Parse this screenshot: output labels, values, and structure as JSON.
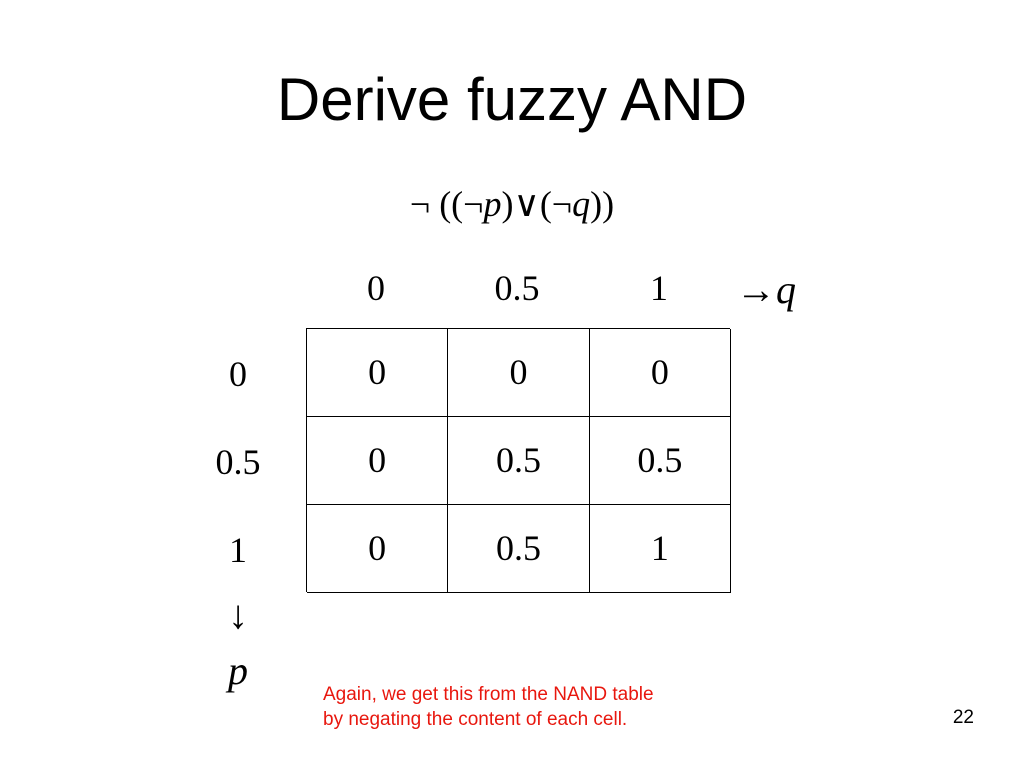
{
  "slide": {
    "title": "Derive fuzzy AND",
    "formula": {
      "p1": "¬ ((¬",
      "var_p": "p",
      "p2": ")∨(¬",
      "var_q": "q",
      "p3": "))"
    },
    "table": {
      "col_headers": [
        "0",
        "0.5",
        "1"
      ],
      "col_axis_arrow": "→",
      "col_axis_var": "q",
      "row_headers": [
        "0",
        "0.5",
        "1"
      ],
      "row_axis_arrow": "↓",
      "row_axis_var": "p",
      "cells": [
        [
          "0",
          "0",
          "0"
        ],
        [
          "0",
          "0.5",
          "0.5"
        ],
        [
          "0",
          "0.5",
          "1"
        ]
      ]
    },
    "note_lines": [
      "Again, we get this from the NAND table",
      "by negating the content of each cell."
    ],
    "page_number": "22",
    "colors": {
      "note_text": "#e8170e",
      "text": "#000000",
      "background": "#ffffff"
    }
  }
}
